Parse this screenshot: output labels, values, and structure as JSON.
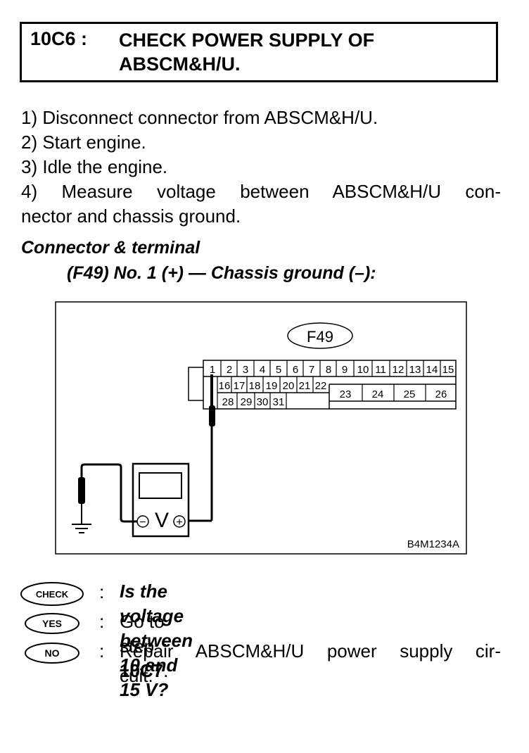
{
  "header": {
    "code": "10C6 :",
    "title_line1": "CHECK POWER SUPPLY OF",
    "title_line2": "ABSCM&H/U."
  },
  "steps": [
    "1)  Disconnect connector from ABSCM&H/U.",
    "2)  Start engine.",
    "3)  Idle the engine.",
    "4)  Measure voltage between ABSCM&H/U con-",
    "nector and chassis ground."
  ],
  "connector": {
    "heading": "Connector & terminal",
    "spec": "(F49) No. 1 (+) — Chassis ground (–):"
  },
  "figure": {
    "connector_label": "F49",
    "row1_terminals": [
      "1",
      "2",
      "3",
      "4",
      "5",
      "6",
      "7",
      "8",
      "9",
      "10",
      "11",
      "12",
      "13",
      "14",
      "15"
    ],
    "row2_terminals": [
      "16",
      "17",
      "18",
      "19",
      "20",
      "21",
      "22"
    ],
    "row2_right_terminals": [
      "23",
      "24",
      "25",
      "26"
    ],
    "row3_terminals": [
      "28",
      "29",
      "30",
      "31"
    ],
    "meter_symbol": "V",
    "minus_symbol": "−",
    "plus_symbol": "+",
    "figure_code": "B4M1234A"
  },
  "answers": {
    "check_badge": "CHECK",
    "check_text": "Is the voltage between 10 and 15 V?",
    "yes_badge": "YES",
    "yes_text_prefix": "Go to step ",
    "yes_text_step": "10C7",
    "yes_text_suffix": ".",
    "no_badge": "NO",
    "no_text_line1": "Repair ABSCM&H/U power supply cir-",
    "no_text_line2": "cuit.",
    "colon": ":"
  }
}
